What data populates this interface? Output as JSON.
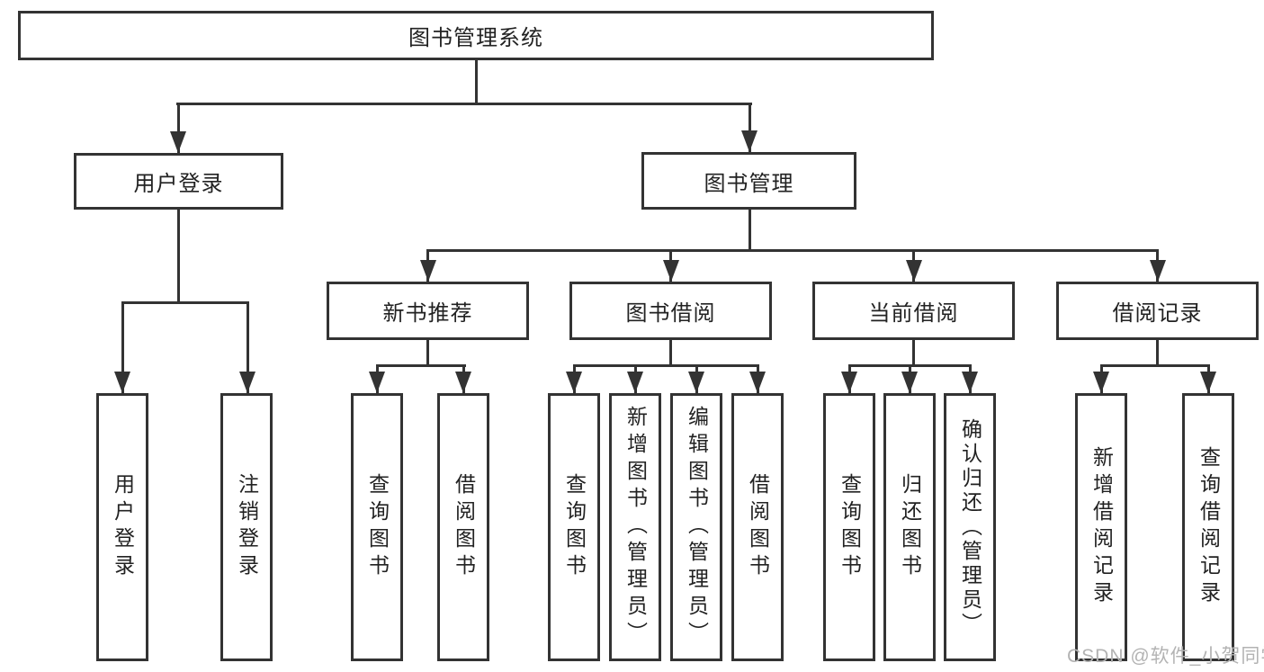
{
  "diagram": {
    "nodes": {
      "root": "图书管理系统",
      "user_login": "用户登录",
      "book_management": "图书管理",
      "new_book_recommend": "新书推荐",
      "book_borrow": "图书借阅",
      "current_borrow": "当前借阅",
      "borrow_records": "借阅记录",
      "leaf_user_login": "用户登录",
      "leaf_logout": "注销登录",
      "leaf_query_book_rec": "查询图书",
      "leaf_borrow_book_rec": "借阅图书",
      "leaf_query_book_borrow": "查询图书",
      "leaf_add_book_admin": "新增图书（管理员）",
      "leaf_edit_book_admin": "编辑图书（管理员）",
      "leaf_borrow_book_borrow": "借阅图书",
      "leaf_query_book_current": "查询图书",
      "leaf_return_book": "归还图书",
      "leaf_confirm_return_admin": "确认归还（管理员）",
      "leaf_add_borrow_record": "新增借阅记录",
      "leaf_query_borrow_record": "查询借阅记录"
    },
    "colors": {
      "line": "#333333",
      "text": "#222222",
      "background": "#ffffff",
      "watermark": "#b3b3b3"
    }
  },
  "watermark": "CSDN @软件_小贺同学"
}
